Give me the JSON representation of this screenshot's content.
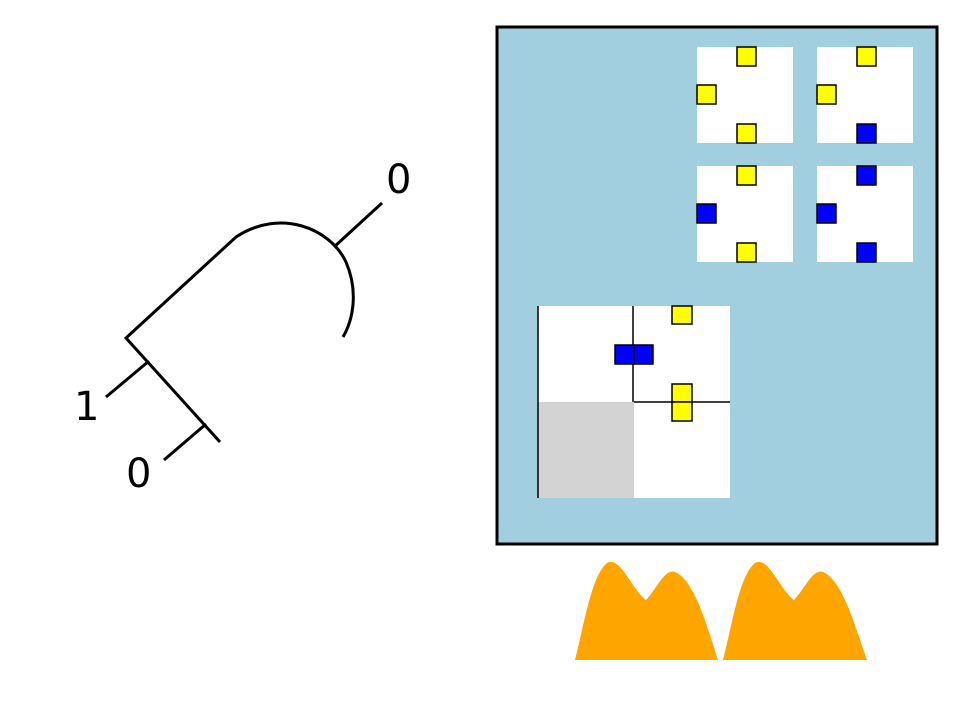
{
  "gate": {
    "output_value": "0",
    "input_a_value": "1",
    "input_b_value": "0"
  },
  "colors": {
    "panel_fill": "#a2cfe0",
    "panel_border": "#000000",
    "tile_fill": "#ffffff",
    "edge_yellow": "#ffff00",
    "edge_blue": "#0000ff",
    "empty_cell": "#d3d3d3",
    "flame": "#ffa500"
  },
  "tiles": [
    {
      "name": "tile-1",
      "top": "yellow",
      "left": "yellow",
      "bottom": "yellow"
    },
    {
      "name": "tile-2",
      "top": "yellow",
      "left": "yellow",
      "bottom": "blue"
    },
    {
      "name": "tile-3",
      "top": "yellow",
      "left": "blue",
      "bottom": "yellow"
    },
    {
      "name": "tile-4",
      "top": "blue",
      "left": "blue",
      "bottom": "blue"
    }
  ],
  "assembly": {
    "cells": [
      {
        "name": "cell-top-left",
        "fill": "white"
      },
      {
        "name": "cell-top-right",
        "fill": "white"
      },
      {
        "name": "cell-bottom-left",
        "fill": "empty"
      },
      {
        "name": "cell-bottom-right",
        "fill": "white"
      }
    ]
  }
}
